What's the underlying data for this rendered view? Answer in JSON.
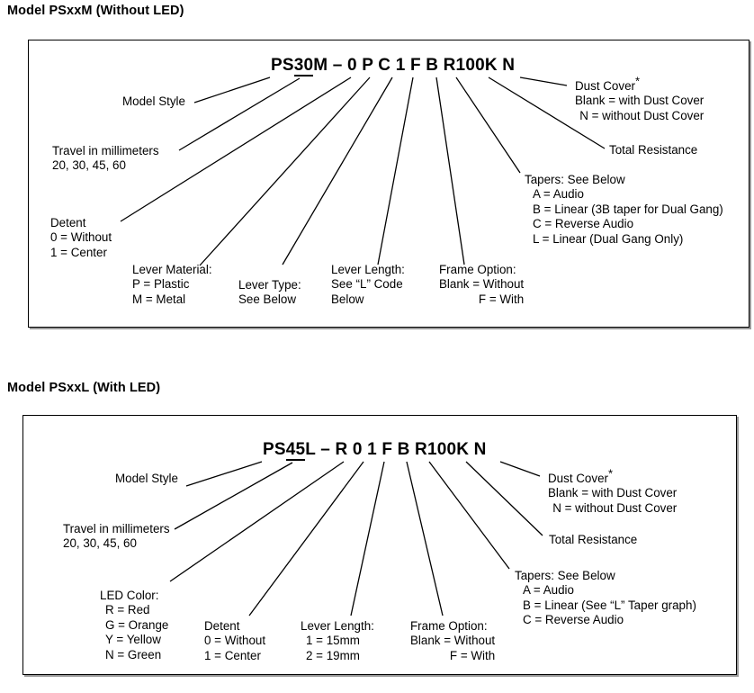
{
  "document": {
    "type": "part-number-breakdown-diagram",
    "sections": [
      {
        "id": "psxxm",
        "title": "Model PSxxM (Without LED)",
        "part_number": {
          "full": "PS30M – 0 P C 1 F B R100K N",
          "prefix": "PS",
          "travel_code": "30",
          "model_letter": "M",
          "dash": "–",
          "fields": [
            "0",
            "P",
            "C",
            "1",
            "F",
            "B",
            "R100K",
            "N"
          ]
        },
        "callouts": {
          "model_style": {
            "title": "Model Style",
            "lines": []
          },
          "travel": {
            "title": "Travel in millimeters",
            "lines": [
              "20, 30, 45, 60"
            ]
          },
          "detent": {
            "title": "Detent",
            "lines": [
              "0 = Without",
              "1 = Center"
            ]
          },
          "lever_material": {
            "title": "Lever Material:",
            "lines": [
              "P = Plastic",
              "M = Metal"
            ]
          },
          "lever_type": {
            "title": "Lever Type:",
            "lines": [
              "See Below"
            ]
          },
          "lever_length": {
            "title": "Lever Length:",
            "lines": [
              "See “L” Code",
              "Below"
            ]
          },
          "frame_option": {
            "title": "Frame Option:",
            "lines": [
              "Blank = Without",
              "F = With"
            ]
          },
          "tapers": {
            "title": "Tapers: See Below",
            "lines": [
              "A = Audio",
              "B = Linear (3B taper for Dual Gang)",
              "C = Reverse Audio",
              "L = Linear (Dual Gang Only)"
            ]
          },
          "total_resistance": {
            "title": "Total Resistance",
            "lines": []
          },
          "dust_cover": {
            "title": "Dust Cover",
            "star": "*",
            "lines": [
              "Blank = with Dust Cover",
              "N = without Dust Cover"
            ]
          }
        }
      },
      {
        "id": "psxxl",
        "title": "Model PSxxL (With LED)",
        "part_number": {
          "full": "PS45L – R 0 1 F B R100K N",
          "prefix": "PS",
          "travel_code": "45",
          "model_letter": "L",
          "dash": "–",
          "fields": [
            "R",
            "0",
            "1",
            "F",
            "B",
            "R100K",
            "N"
          ]
        },
        "callouts": {
          "model_style": {
            "title": "Model Style",
            "lines": []
          },
          "travel": {
            "title": "Travel in millimeters",
            "lines": [
              "20, 30, 45, 60"
            ]
          },
          "led_color": {
            "title": "LED Color:",
            "lines": [
              "R = Red",
              "G = Orange",
              "Y = Yellow",
              "N = Green"
            ]
          },
          "detent": {
            "title": "Detent",
            "lines": [
              "0 = Without",
              "1 = Center"
            ]
          },
          "lever_length": {
            "title": "Lever Length:",
            "lines": [
              "1 = 15mm",
              "2 = 19mm"
            ]
          },
          "frame_option": {
            "title": "Frame Option:",
            "lines": [
              "Blank = Without",
              "F = With"
            ]
          },
          "tapers": {
            "title": "Tapers: See Below",
            "lines": [
              "A = Audio",
              "B = Linear (See “L” Taper graph)",
              "C = Reverse Audio"
            ]
          },
          "total_resistance": {
            "title": "Total Resistance",
            "lines": []
          },
          "dust_cover": {
            "title": "Dust Cover",
            "star": "*",
            "lines": [
              "Blank = with Dust Cover",
              "N = without Dust Cover"
            ]
          }
        }
      }
    ],
    "colors": {
      "text": "#000000",
      "border": "#000000",
      "background": "#ffffff"
    }
  }
}
